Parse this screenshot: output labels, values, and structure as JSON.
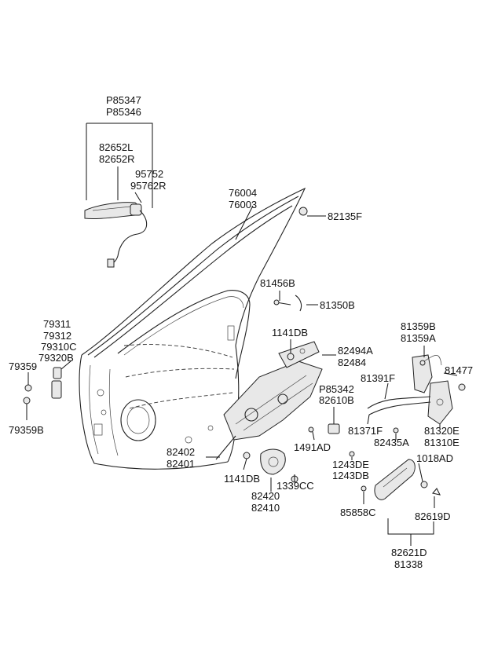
{
  "labels": {
    "p85347": "P85347",
    "p85346": "P85346",
    "l82652l": "82652L",
    "l82652r": "82652R",
    "l95752": "95752",
    "l95762r": "95762R",
    "l76004": "76004",
    "l76003": "76003",
    "l82135f": "82135F",
    "l81456b": "81456B",
    "l81350b": "81350B",
    "l79311": "79311",
    "l79312": "79312",
    "l79310c": "79310C",
    "l79320b": "79320B",
    "l79359": "79359",
    "l79359b": "79359B",
    "l1141db_top": "1141DB",
    "l82494a": "82494A",
    "l82484": "82484",
    "l81359b": "81359B",
    "l81359a": "81359A",
    "l81391f": "81391F",
    "l81477": "81477",
    "p85342": "P85342",
    "l82610b": "82610B",
    "l81371f": "81371F",
    "l82435a": "82435A",
    "l81320e": "81320E",
    "l81310e": "81310E",
    "l82402": "82402",
    "l82401": "82401",
    "l1491ad": "1491AD",
    "l1243de": "1243DE",
    "l1243db": "1243DB",
    "l1018ad": "1018AD",
    "l1141db_bot": "1141DB",
    "l1339cc": "1339CC",
    "l82420": "82420",
    "l82410": "82410",
    "l85858c": "85858C",
    "l82619d": "82619D",
    "l82621d": "82621D",
    "l81338": "81338"
  }
}
